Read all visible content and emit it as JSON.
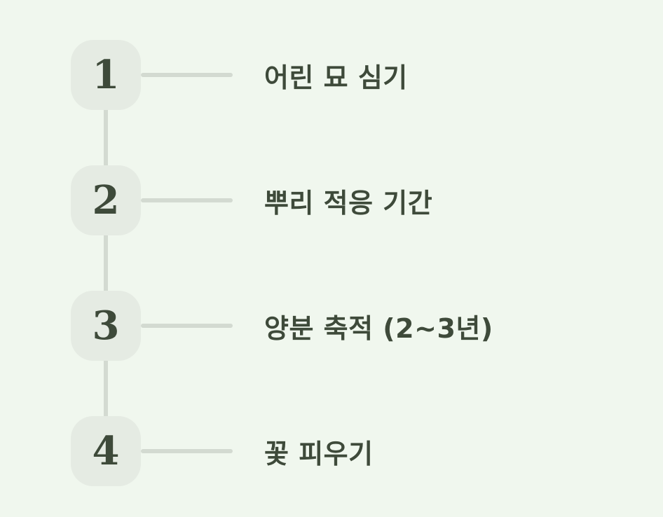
{
  "diagram": {
    "type": "vertical-step-timeline",
    "colors": {
      "background": "#f0f7ee",
      "number_box": "#e5ebe3",
      "connector_line": "#d3dad1",
      "text": "#3e4a3a"
    },
    "steps": [
      {
        "number": "1",
        "label": "어린 묘 심기"
      },
      {
        "number": "2",
        "label": "뿌리 적응 기간"
      },
      {
        "number": "3",
        "label": "양분 축적 (2~3년)"
      },
      {
        "number": "4",
        "label": "꽃 피우기"
      }
    ]
  }
}
